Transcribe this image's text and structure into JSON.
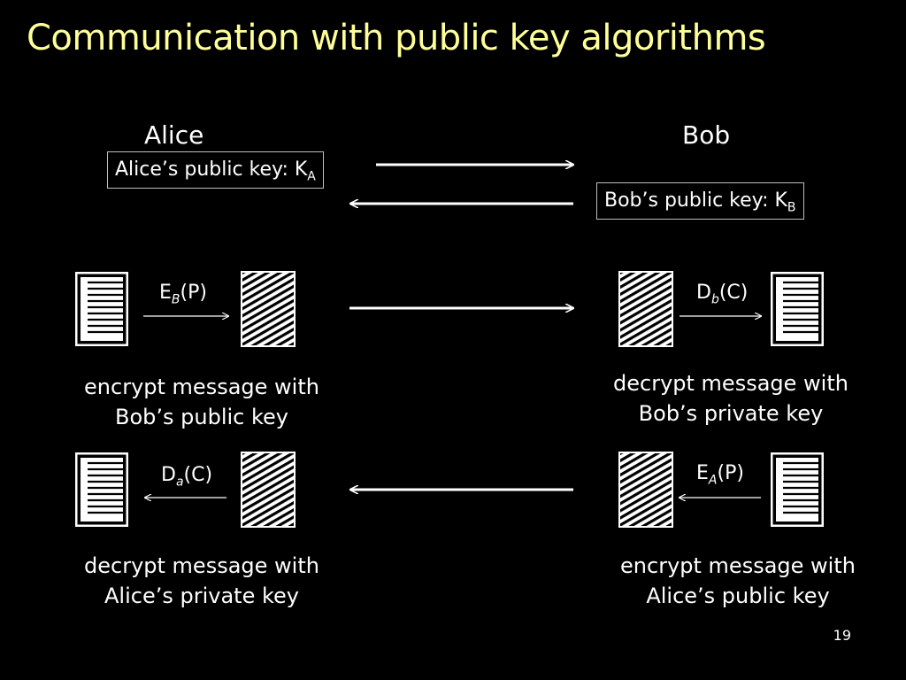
{
  "title": "Communication with public key algorithms",
  "alice": {
    "name": "Alice",
    "key_label": "Alice’s public key: K",
    "key_sub": "A"
  },
  "bob": {
    "name": "Bob",
    "key_label": "Bob’s public key: K",
    "key_sub": "B"
  },
  "ops": {
    "eb": {
      "fn": "E",
      "sub": "B",
      "arg": "(P)"
    },
    "db": {
      "fn": "D",
      "sub": "b",
      "arg": "(C)"
    },
    "da": {
      "fn": "D",
      "sub": "a",
      "arg": "(C)"
    },
    "ea": {
      "fn": "E",
      "sub": "A",
      "arg": "(P)"
    }
  },
  "captions": {
    "alice_encrypt": [
      "encrypt message with",
      "Bob’s public key"
    ],
    "bob_decrypt": [
      "decrypt message with",
      "Bob’s private key"
    ],
    "alice_decrypt": [
      "decrypt message with",
      "Alice’s private key"
    ],
    "bob_encrypt": [
      "encrypt message with",
      "Alice’s public key"
    ]
  },
  "page_number": "19"
}
